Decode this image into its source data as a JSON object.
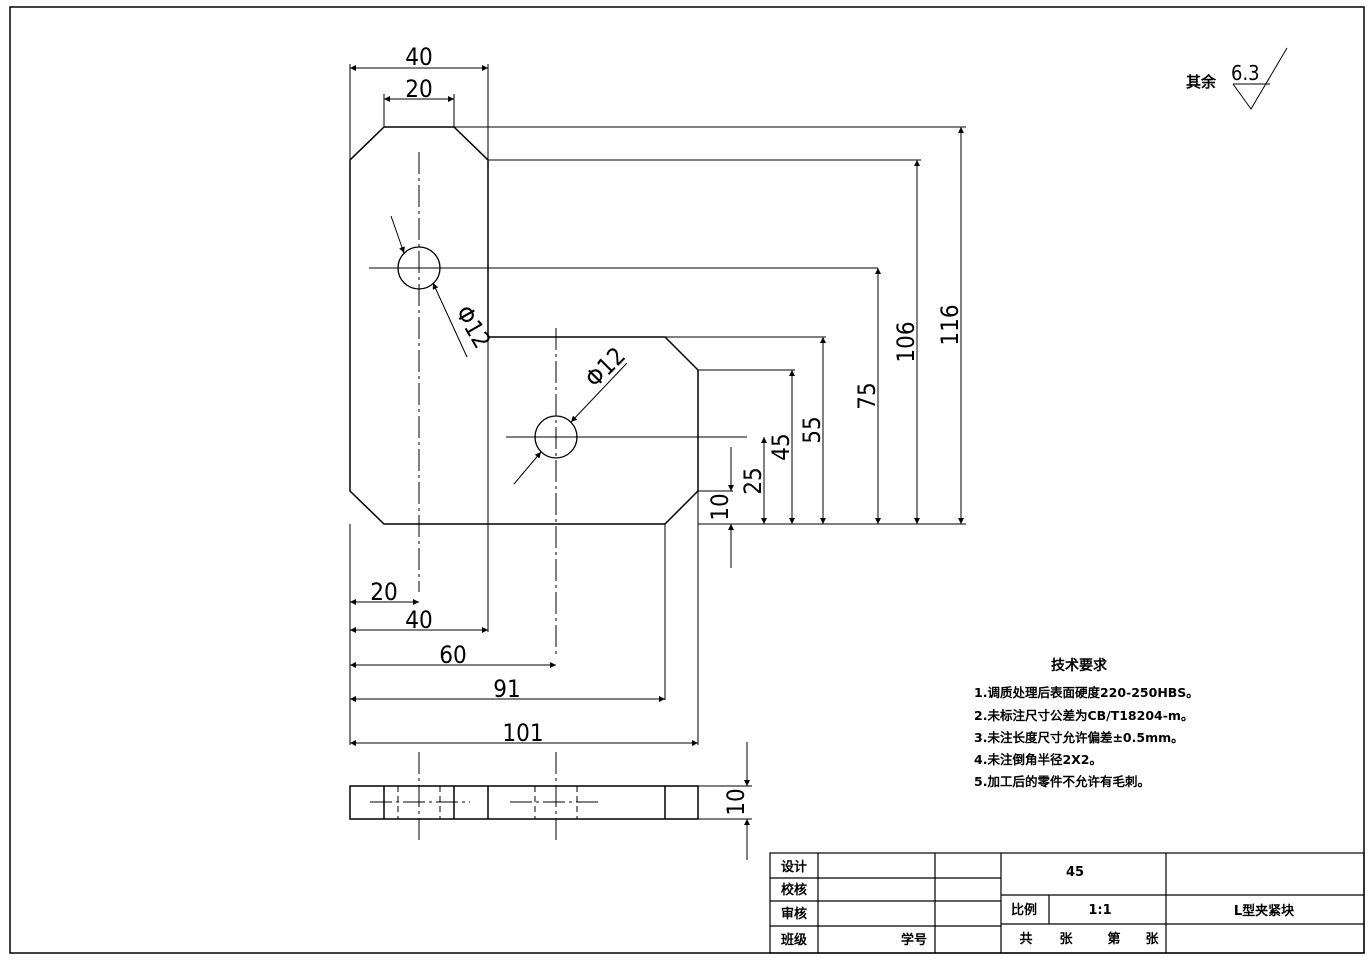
{
  "roughness": {
    "prefix": "其余",
    "value": "6.3"
  },
  "dimensions": {
    "top_width": "40",
    "top_slot": "20",
    "hole1_diameter": "Φ12",
    "hole2_diameter": "Φ12",
    "height_116": "116",
    "height_106": "106",
    "height_75": "75",
    "height_55": "55",
    "height_45": "45",
    "height_25": "25",
    "height_10": "10",
    "bottom_20": "20",
    "bottom_40": "40",
    "bottom_60": "60",
    "bottom_91": "91",
    "bottom_101": "101",
    "thickness": "10"
  },
  "tech_requirements": {
    "title": "技术要求",
    "items": [
      "1.调质处理后表面硬度220-250HBS。",
      "2.未标注尺寸公差为CB/T18204-m。",
      "3.未注长度尺寸允许偏差±0.5mm。",
      "4.未注倒角半径2X2。",
      "5.加工后的零件不允许有毛刺。"
    ]
  },
  "title_block": {
    "design": "设计",
    "check": "校核",
    "review": "审核",
    "class": "班级",
    "student_no": "学号",
    "material": "45",
    "scale_label": "比例",
    "scale_value": "1:1",
    "part_name": "L型夹紧块",
    "sheets_total": "共",
    "sheets_unit1": "张",
    "sheet_no": "第",
    "sheets_unit2": "张"
  }
}
